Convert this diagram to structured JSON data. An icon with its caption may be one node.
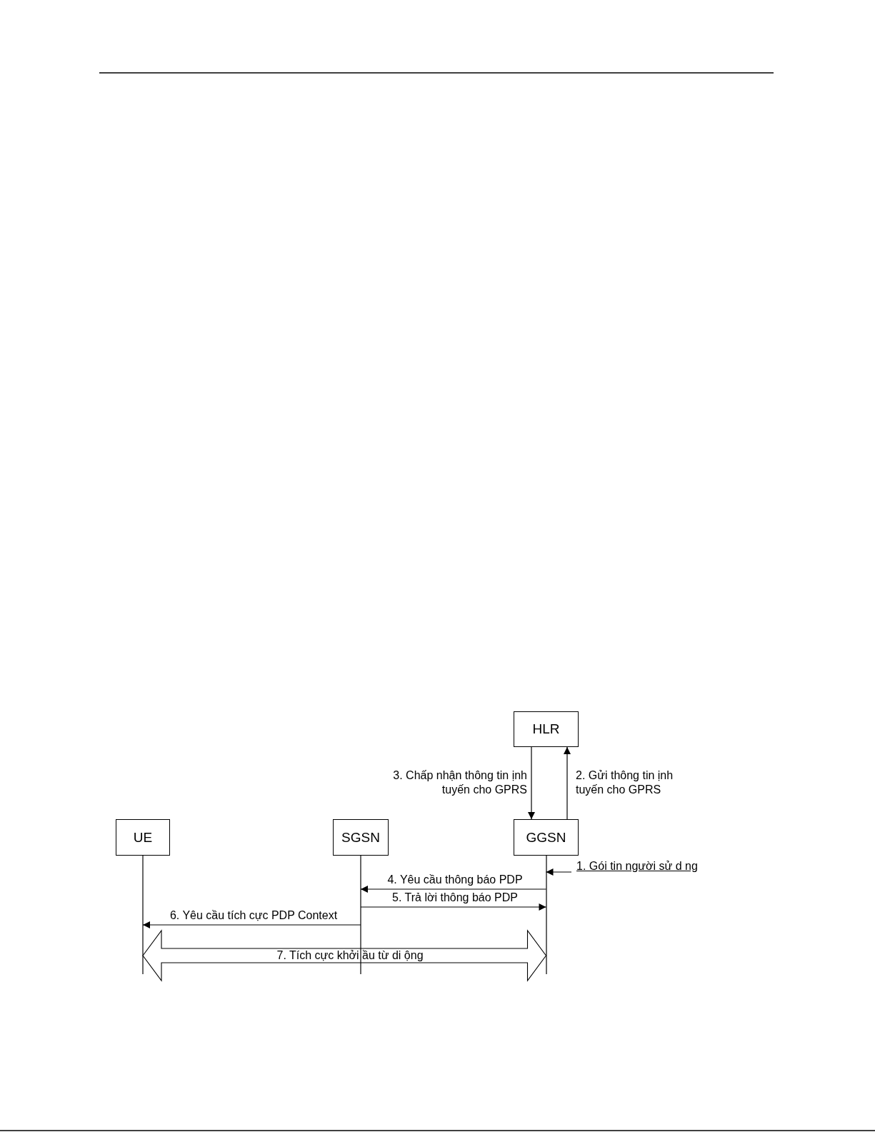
{
  "diagram": {
    "nodes": [
      {
        "text": [
          "HLR"
        ]
      },
      {
        "text": [
          "UE"
        ]
      },
      {
        "text": [
          "SGSN"
        ]
      },
      {
        "text": [
          "GGSN"
        ]
      }
    ],
    "edges": [
      {
        "from": null,
        "to": 3,
        "arrow": "to",
        "label": "1. Gói tin người sử d ng"
      },
      {
        "from": 3,
        "to": 0,
        "arrow": "to",
        "label": "2. Gửi thông tin ịnh tuyến cho GPRS"
      },
      {
        "from": 0,
        "to": 3,
        "arrow": "to",
        "label": "3. Chấp nhận thông tin ịnh tuyến cho GPRS"
      },
      {
        "from": 3,
        "to": 2,
        "arrow": "to",
        "label": "4. Yêu cầu thông báo PDP"
      },
      {
        "from": 2,
        "to": 3,
        "arrow": "to",
        "label": "5. Trả lời thông báo PDP"
      },
      {
        "from": 2,
        "to": 1,
        "arrow": "to",
        "label": "6. Yêu cầu tích cực PDP Context"
      },
      {
        "from": 1,
        "to": 3,
        "arrow": "both",
        "label": "7. Tích cực khởi ầu từ di ộng"
      }
    ]
  }
}
